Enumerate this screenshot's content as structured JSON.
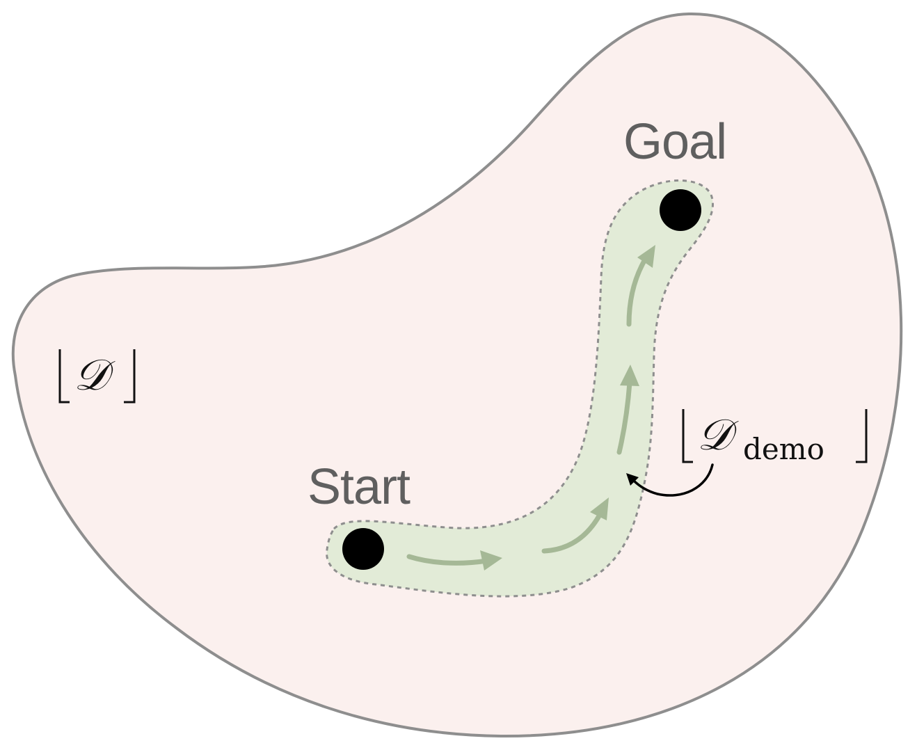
{
  "labels": {
    "start": "Start",
    "goal": "Goal"
  },
  "sets": {
    "full": {
      "symbol": "𝒟",
      "subscript": ""
    },
    "demo": {
      "symbol": "𝒟",
      "subscript": "demo"
    }
  },
  "colors": {
    "region_fill": "#fbf0ee",
    "region_stroke": "#8e8e8e",
    "demo_fill": "#e2ebd7",
    "demo_stroke": "#8e8e8e",
    "arrow": "#a5b896",
    "dot": "#000000",
    "label": "#5f5f5f",
    "pointer_arrow": "#000000"
  }
}
